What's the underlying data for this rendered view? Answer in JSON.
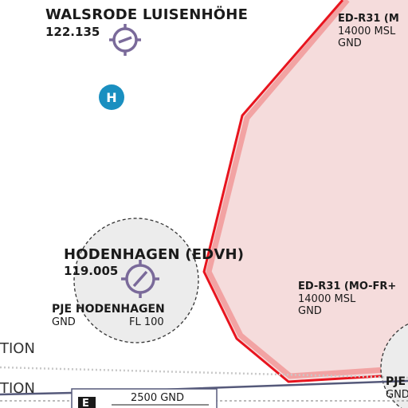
{
  "colors": {
    "restricted_fill": "#f5dcdc",
    "restricted_stroke": "#e8141e",
    "restricted_band": "#f2a3a3",
    "airport_symbol": "#7a6a9a",
    "heliport": "#1a8fc0",
    "border_line": "#55597a",
    "pje_fill": "#ececec",
    "pje_dash": "#333333"
  },
  "airports": [
    {
      "name": "WALSRODE LUISENHÖHE",
      "frequency": "122.135",
      "icon": "airfield-icon"
    },
    {
      "name": "HODENHAGEN (EDVH)",
      "frequency": "119.005",
      "icon": "airfield-icon"
    }
  ],
  "heliport": {
    "icon": "heliport-icon",
    "letter": "H"
  },
  "pje_areas": [
    {
      "name": "PJE HODENHAGEN",
      "lower": "GND",
      "upper": "FL 100"
    },
    {
      "name": "PJE",
      "lower": "GND"
    }
  ],
  "restricted_area": {
    "labels": [
      {
        "name": "ED-R31 (M",
        "upper": "14000 MSL",
        "lower": "GND"
      },
      {
        "name": "ED-R31 (MO-FR+",
        "upper": "14000 MSL",
        "lower": "GND"
      }
    ]
  },
  "edge_texts": [
    "TION",
    "TION"
  ],
  "airspace_box": {
    "letter": "E",
    "text": "2500 GND"
  }
}
